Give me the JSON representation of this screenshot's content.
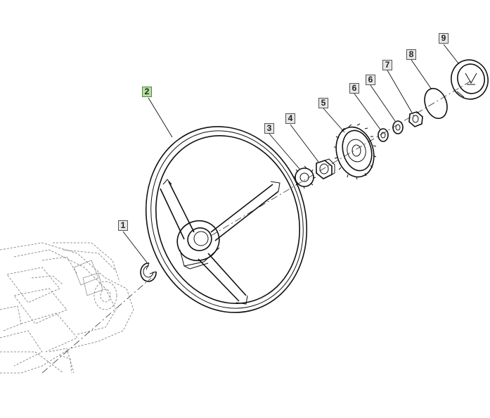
{
  "diagram": {
    "callouts": [
      {
        "id": "c1",
        "label": "1",
        "selected": false
      },
      {
        "id": "c2",
        "label": "2",
        "selected": true
      },
      {
        "id": "c3",
        "label": "3",
        "selected": false
      },
      {
        "id": "c4",
        "label": "4",
        "selected": false
      },
      {
        "id": "c5",
        "label": "5",
        "selected": false
      },
      {
        "id": "c6a",
        "label": "6",
        "selected": false
      },
      {
        "id": "c6b",
        "label": "6",
        "selected": false
      },
      {
        "id": "c7",
        "label": "7",
        "selected": false
      },
      {
        "id": "c8",
        "label": "8",
        "selected": false
      },
      {
        "id": "c9",
        "label": "9",
        "selected": false
      }
    ],
    "colors": {
      "selected_fill": "#b5dfa0",
      "callout_fill": "#e6e6e6",
      "line": "#111111"
    }
  }
}
